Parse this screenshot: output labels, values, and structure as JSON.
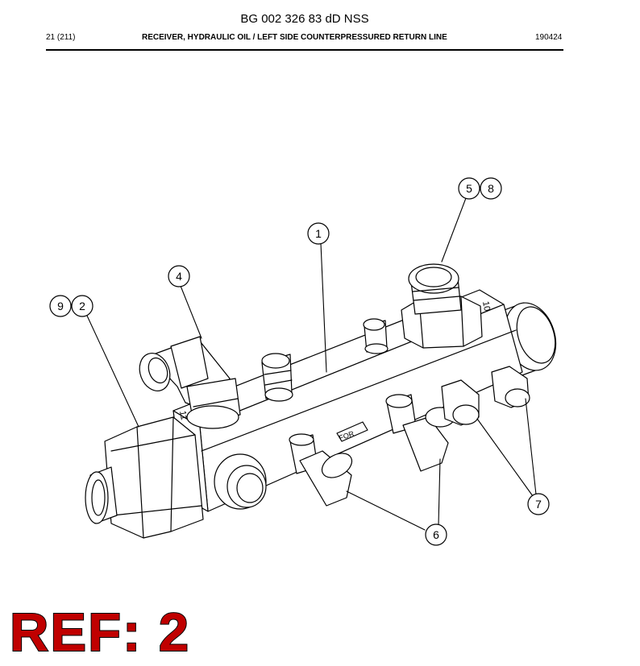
{
  "document": {
    "title": "BG 002 326 83 dD NSS",
    "page": "21 (211)",
    "caption": "RECEIVER, HYDRAULIC OIL / LEFT SIDE COUNTERPRESSURED RETURN LINE",
    "date": "190424"
  },
  "callouts": [
    "1",
    "2",
    "4",
    "5",
    "6",
    "7",
    "8",
    "9"
  ],
  "body_markings": [
    "10",
    "11",
    "FOR"
  ],
  "ref_label": "REF: 2"
}
